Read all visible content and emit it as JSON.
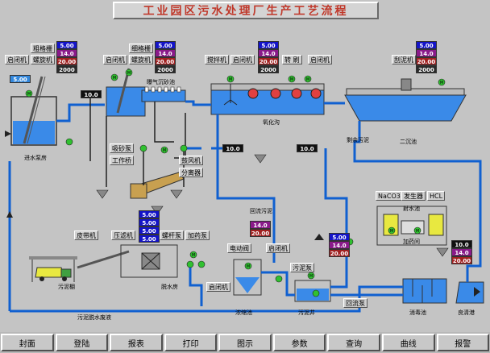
{
  "title": "工业园区污水处理厂生产工艺流程",
  "buttons": [
    "封面",
    "登陆",
    "报表",
    "打印",
    "图示",
    "参数",
    "查询",
    "曲线",
    "报警"
  ],
  "labels": {
    "coarse_screen": "粗格栅",
    "fine_screen": "细格栅",
    "gate1": "启闭机",
    "conveyor1": "螺旋机",
    "gate2": "启闭机",
    "conveyor2": "螺旋机",
    "mixer": "搅拌机",
    "gate3": "启闭机",
    "brush": "转 刷",
    "gate4": "启闭机",
    "scraper": "刮泥机",
    "sand_pump": "吸砂泵",
    "bridge": "工作桥",
    "blower": "鼓风机",
    "separator": "分离器",
    "belt_machine": "皮带机",
    "filter_press": "压滤机",
    "screw_pump": "螺杆泵",
    "dosing_pump": "加药泵",
    "electric_valve": "电动阀",
    "gate5": "启闭机",
    "gate6": "启闭机",
    "sludge_pump": "污泥泵",
    "return_pump": "回流泵",
    "naco3": "NaCO3",
    "generator": "发生器",
    "hcl": "HCL",
    "dosing_room": "加药间"
  },
  "captions": {
    "inlet_pump": "进水泵房",
    "grit": "曝气沉砂池",
    "oxidation": "氧化沟",
    "secondary": "二沉池",
    "excess_sludge": "剩余污泥",
    "return_sludge": "回流污泥",
    "sludge_shed": "污泥棚",
    "dewater": "脱水房",
    "filtrate": "污泥脱水废液",
    "thickener": "浓缩池",
    "sludge_well": "污泥井",
    "disinfect": "消毒池",
    "outlet": "良清港",
    "tank": "射水池"
  },
  "values": {
    "v_500": "5.00",
    "v_140": "14.0",
    "v_2000a": "20.00",
    "v_2000b": "2000",
    "v_100": "10.0"
  },
  "colors": {
    "pipe_blue": "#1060d0",
    "water": "#3a8ae8",
    "panel": "#c4c4c4",
    "title_red": "#c0392b"
  }
}
